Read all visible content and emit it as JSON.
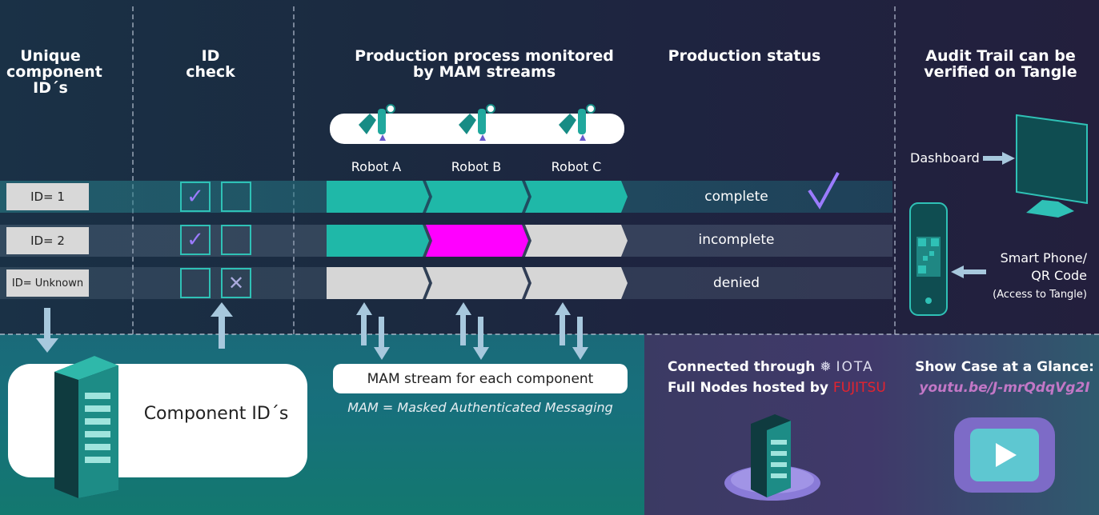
{
  "headings": {
    "unique_ids": "Unique component ID´s",
    "id_check": "ID check",
    "production": "Production process monitored by MAM streams",
    "status": "Production status",
    "audit": "Audit Trail can be verified on Tangle"
  },
  "robots": [
    "Robot A",
    "Robot B",
    "Robot C"
  ],
  "rows": [
    {
      "id": "ID= 1",
      "status": "complete",
      "checked": true,
      "denied": false
    },
    {
      "id": "ID= 2",
      "status": "incomplete",
      "checked": true,
      "denied": false
    },
    {
      "id": "ID= Unknown",
      "status": "denied",
      "checked": false,
      "denied": true
    }
  ],
  "audit": {
    "dashboard": "Dashboard",
    "smartphone_line1": "Smart Phone/",
    "smartphone_line2": "QR Code",
    "smartphone_line3": "(Access to Tangle)"
  },
  "mam": {
    "box": "MAM stream for each component",
    "note": "MAM = Masked Authenticated Messaging"
  },
  "component": {
    "label": "Component ID´s"
  },
  "connected": {
    "line1": "Connected through",
    "iota": "IOTA",
    "line2": "Full Nodes hosted by",
    "fujitsu": "FUJITSU"
  },
  "showcase": {
    "title": "Show Case at a Glance:",
    "link": "youtu.be/J-mrQdqVg2I"
  },
  "colors": {
    "teal": "#1fb8a8",
    "magenta": "#ff00ff",
    "grey": "#d6d6d6",
    "check": "#9b7bff"
  }
}
